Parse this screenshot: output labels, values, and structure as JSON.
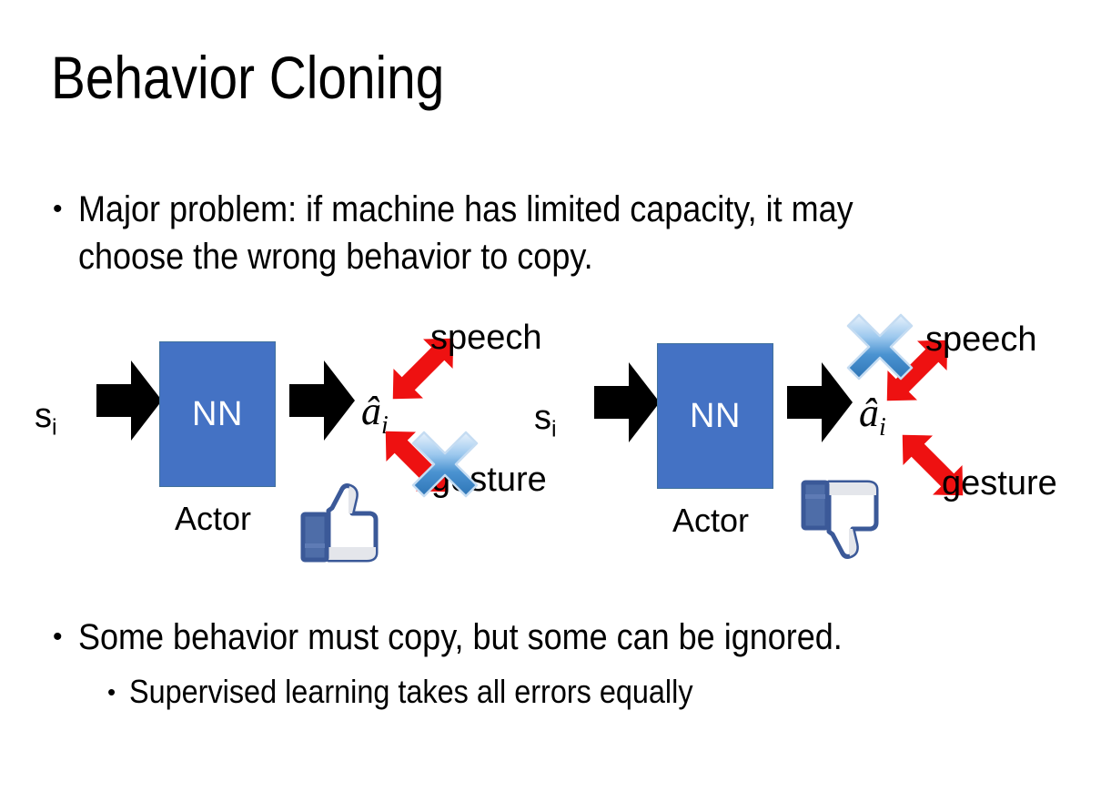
{
  "slide": {
    "title": "Behavior Cloning",
    "background_color": "#FFFFFF"
  },
  "bullets": [
    {
      "marker": "•",
      "text": "Major problem: if machine has limited capacity, it may choose the wrong behavior to copy.",
      "level": 1
    },
    {
      "marker": "•",
      "text": "Some behavior must copy, but some can be ignored.",
      "level": 1
    },
    {
      "marker": "•",
      "text": "Supervised learning takes all errors equally",
      "level": 2
    }
  ],
  "colors": {
    "nn_box_fill": "#4472C4",
    "nn_box_stroke": "#41719C",
    "nn_label": "#FFFFFF",
    "arrow_black": "#000000",
    "arrow_red": "#EE1111",
    "x_blue_light": "#CFE3F7",
    "x_blue_mid": "#5B9BD5",
    "x_blue_dark": "#2E75B6",
    "thumb_blue": "#3B5998",
    "thumb_fill": "#FFFFFF",
    "thumb_shadow": "#E4E6EB"
  },
  "diagrams": [
    {
      "id": "left",
      "state_symbol": "s",
      "state_subscript": "i",
      "nn_label": "NN",
      "actor_label": "Actor",
      "action_symbol": "â",
      "action_subscript": "i",
      "branches": [
        {
          "name": "speech",
          "label": "speech",
          "crossed_out": false
        },
        {
          "name": "gesture",
          "label": "gesture",
          "crossed_out": true
        }
      ],
      "feedback_icon": "thumbs-up",
      "feedback_sentiment": "positive"
    },
    {
      "id": "right",
      "state_symbol": "s",
      "state_subscript": "i",
      "nn_label": "NN",
      "actor_label": "Actor",
      "action_symbol": "â",
      "action_subscript": "i",
      "branches": [
        {
          "name": "speech",
          "label": "speech",
          "crossed_out": true
        },
        {
          "name": "gesture",
          "label": "gesture",
          "crossed_out": false
        }
      ],
      "feedback_icon": "thumbs-down",
      "feedback_sentiment": "negative"
    }
  ]
}
